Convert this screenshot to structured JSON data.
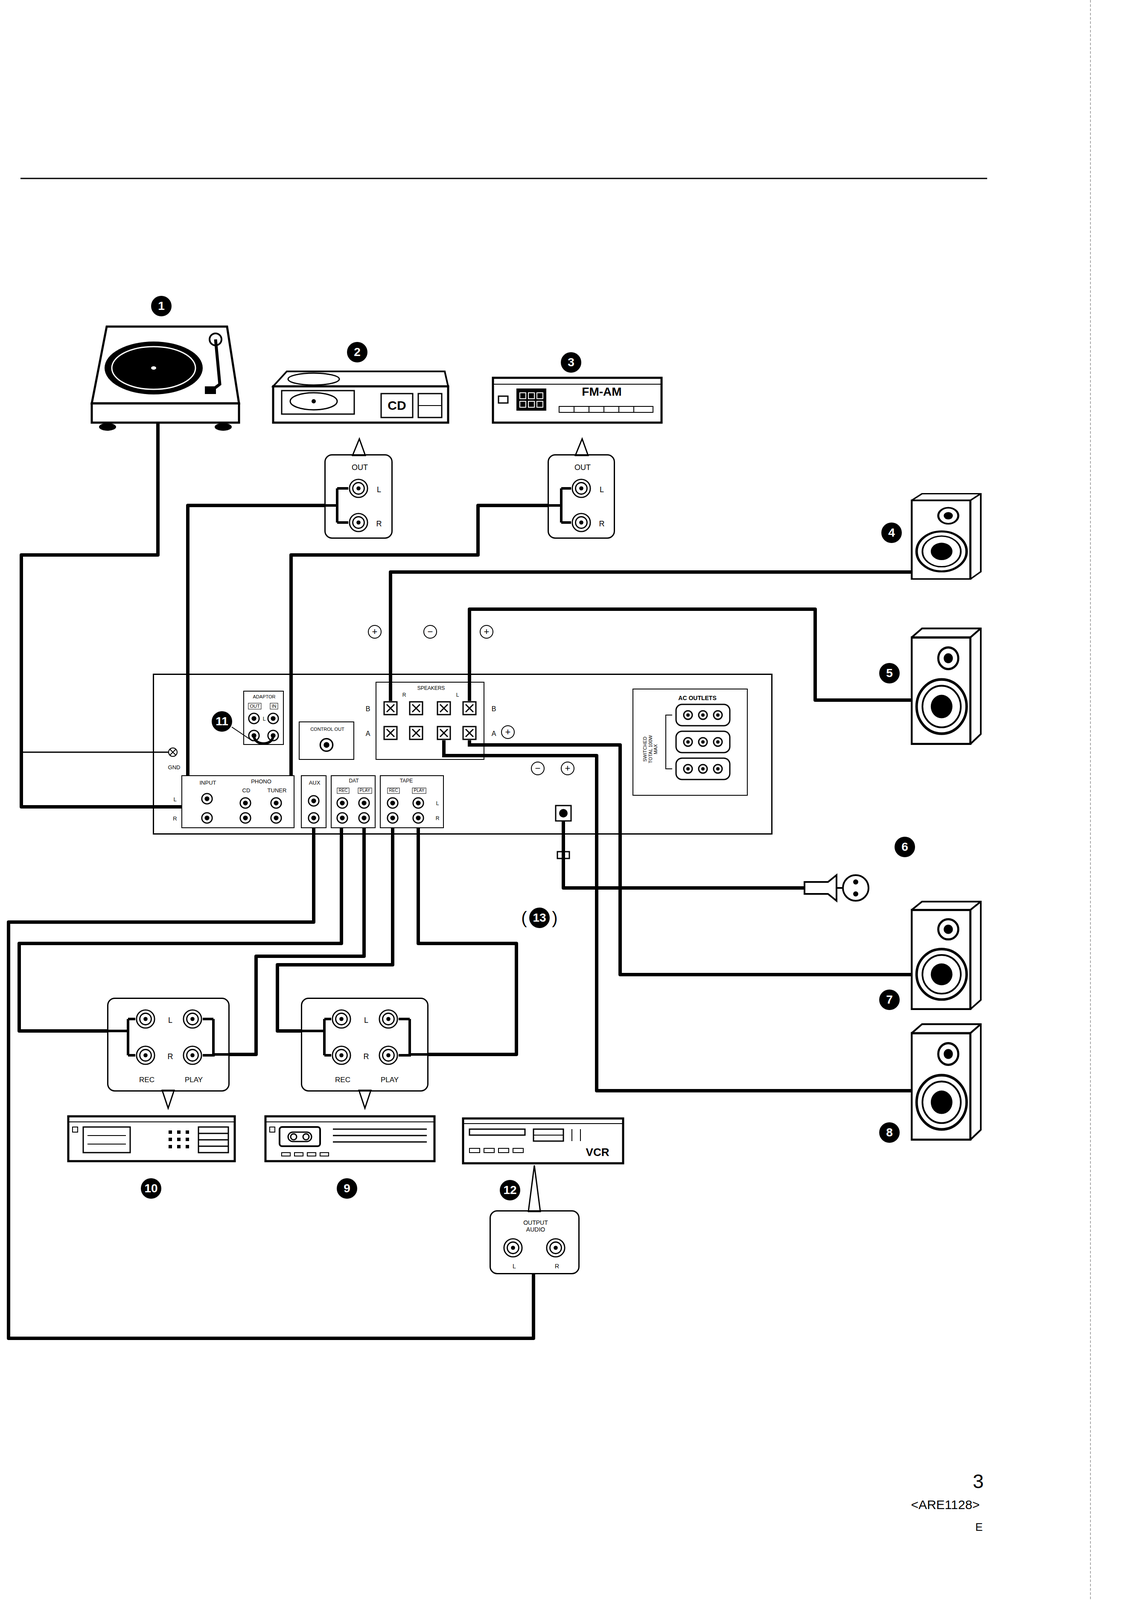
{
  "diagram": {
    "nodes": [
      {
        "text": [
          "1"
        ]
      },
      {
        "text": [
          "2",
          "CD"
        ]
      },
      {
        "text": [
          "OUT",
          "L",
          "R"
        ]
      },
      {
        "text": [
          "3",
          "FM-AM"
        ]
      },
      {
        "text": [
          "OUT",
          "L",
          "R"
        ]
      },
      {
        "text": [
          "4"
        ]
      },
      {
        "text": [
          "5"
        ]
      },
      {
        "text": [
          "GND"
        ]
      },
      {
        "text": [
          "INPUT",
          "PHONO",
          "CD",
          "TUNER",
          "L",
          "R"
        ],
        "in": 7
      },
      {
        "text": [
          "ADAPTOR",
          "OUT",
          "IN",
          "L"
        ],
        "in": 7
      },
      {
        "text": [
          "CONTROL OUT"
        ],
        "in": 7
      },
      {
        "text": [
          "AUX"
        ],
        "in": 7
      },
      {
        "text": [
          "DAT",
          "REC",
          "PLAY"
        ],
        "in": 7
      },
      {
        "text": [
          "TAPE",
          "REC",
          "PLAY",
          "L",
          "R"
        ],
        "in": 7
      },
      {
        "text": [
          "SPEAKERS",
          "R",
          "L",
          "B",
          "A",
          "B",
          "A"
        ],
        "in": 7
      },
      {
        "text": [
          "AC OUTLETS",
          "SWITCHED TOTAL 100W MAX"
        ],
        "in": 7
      },
      {
        "text": [
          "6"
        ]
      },
      {
        "text": [
          "7"
        ]
      },
      {
        "text": [
          "8"
        ]
      },
      {
        "text": [
          "L",
          "R",
          "REC",
          "PLAY"
        ]
      },
      {
        "text": [
          "L",
          "R",
          "REC",
          "PLAY"
        ]
      },
      {
        "text": [
          "10"
        ]
      },
      {
        "text": [
          "9"
        ]
      },
      {
        "text": [
          "12",
          "VCR"
        ]
      },
      {
        "text": [
          "OUTPUT AUDIO",
          "L",
          "R"
        ]
      }
    ],
    "edges": [
      {
        "from": 0,
        "to": 8,
        "arrow": "none"
      },
      {
        "from": 2,
        "to": 8,
        "arrow": "none"
      },
      {
        "from": 4,
        "to": 8,
        "arrow": "none"
      },
      {
        "from": 5,
        "to": 14,
        "arrow": "none"
      },
      {
        "from": 6,
        "to": 14,
        "arrow": "none"
      },
      {
        "from": 16,
        "to": 7,
        "arrow": "none"
      },
      {
        "from": 14,
        "to": 17,
        "arrow": "none"
      },
      {
        "from": 14,
        "to": 18,
        "arrow": "none"
      },
      {
        "from": 11,
        "to": 24,
        "arrow": "none"
      },
      {
        "from": 12,
        "to": 19,
        "arrow": "none"
      },
      {
        "from": 12,
        "to": 19,
        "arrow": "none"
      },
      {
        "from": 13,
        "to": 20,
        "arrow": "none"
      },
      {
        "from": 13,
        "to": 20,
        "arrow": "none"
      }
    ],
    "labels": [
      "11",
      "(",
      "13",
      ")",
      "+",
      "−",
      "+",
      "+",
      "−",
      "+",
      "3",
      "<ARE1128>",
      "E"
    ]
  }
}
